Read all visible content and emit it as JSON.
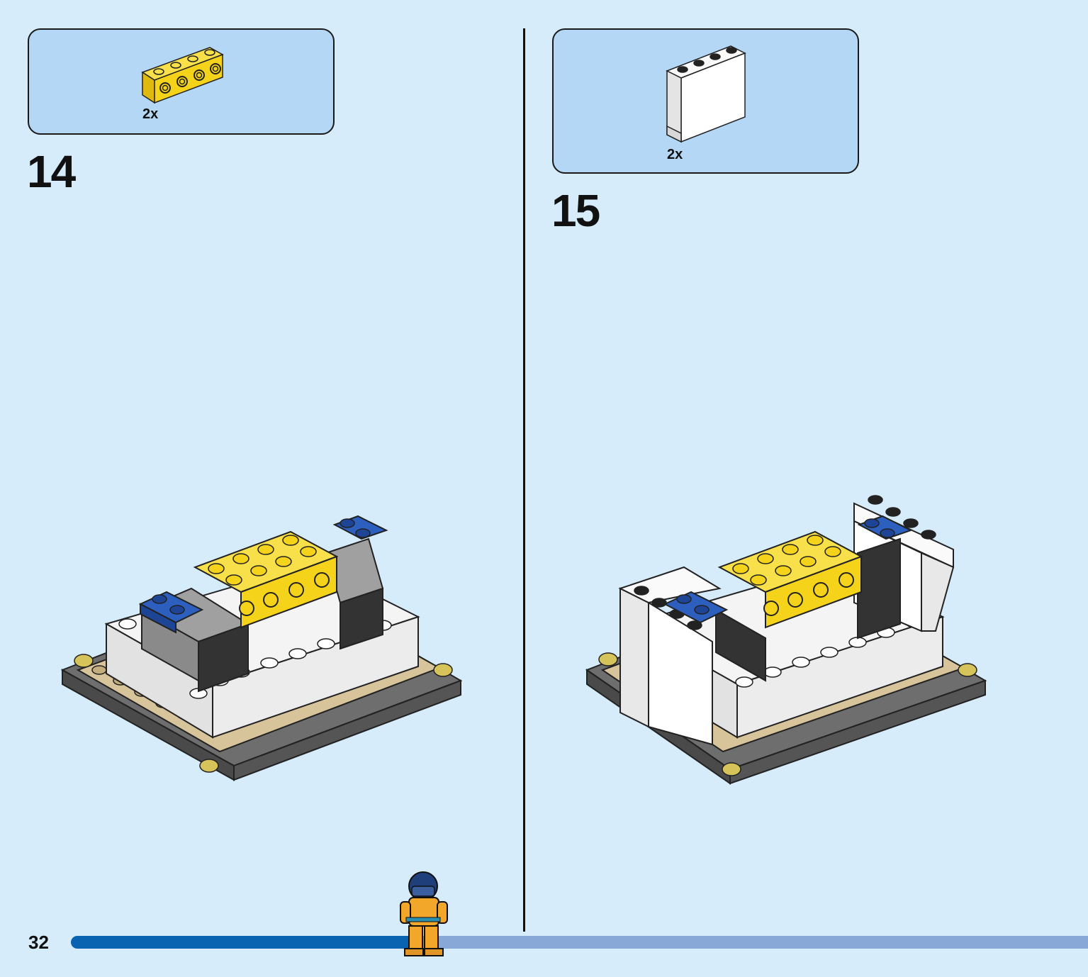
{
  "page": {
    "number": "32"
  },
  "progress": {
    "fraction": 0.34
  },
  "steps": [
    {
      "number": "14",
      "parts": [
        {
          "quantity": "2x",
          "part": "yellow-1x4-brick-with-side-studs"
        }
      ]
    },
    {
      "number": "15",
      "parts": [
        {
          "quantity": "2x",
          "part": "white-1x4x3-panel"
        }
      ]
    }
  ],
  "colors": {
    "background": "#d6ecfb",
    "callout": "#b3d7f5",
    "progress_done": "#0a63b0",
    "progress_rest": "#88a8d8",
    "yellow": "#f5d31a",
    "tan": "#d8c49a",
    "blue": "#2d5fbf",
    "grey": "#9a9a9a"
  }
}
